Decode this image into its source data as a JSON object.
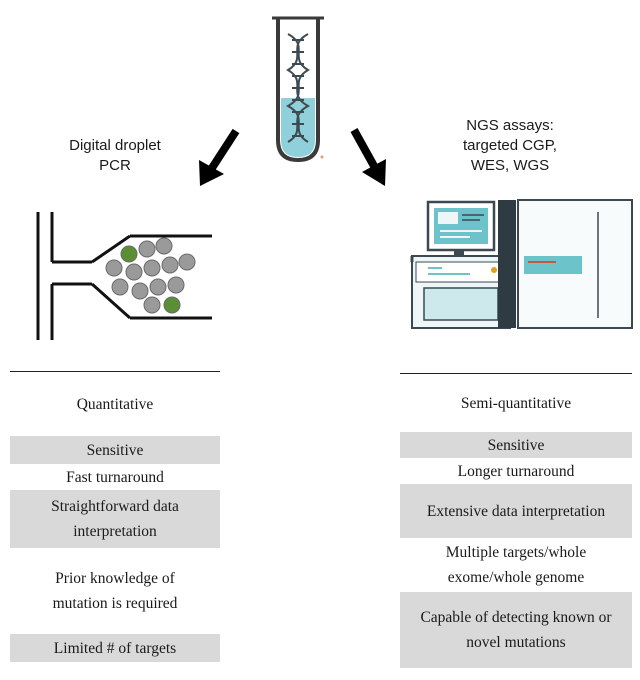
{
  "left_branch": {
    "label_lines": [
      "Digital droplet",
      "PCR"
    ],
    "rows": [
      {
        "text": "Quantitative",
        "shade": "white"
      },
      {
        "text": "Sensitive",
        "shade": "grey"
      },
      {
        "text": "Fast turnaround",
        "shade": "white"
      },
      {
        "text": "Straightforward data interpretation",
        "shade": "grey"
      },
      {
        "text": "Prior knowledge of mutation is required",
        "shade": "white"
      },
      {
        "text": "Limited # of targets",
        "shade": "grey"
      }
    ]
  },
  "right_branch": {
    "label_lines": [
      "NGS assays:",
      "targeted CGP,",
      "WES, WGS"
    ],
    "rows": [
      {
        "text": "Semi-quantitative",
        "shade": "white"
      },
      {
        "text": "Sensitive",
        "shade": "grey"
      },
      {
        "text": "Longer turnaround",
        "shade": "white"
      },
      {
        "text": "Extensive data interpretation",
        "shade": "grey"
      },
      {
        "text": "Multiple targets/whole exome/whole genome",
        "shade": "white"
      },
      {
        "text": "Capable of detecting known or novel mutations",
        "shade": "grey"
      }
    ]
  },
  "colors": {
    "tube_liquid": "#8fd0da",
    "dna_helix": "#3e4a52",
    "droplet_grey": "#9a9a9a",
    "droplet_green": "#5a8f35",
    "sequencer_teal": "#6cc3c9",
    "sequencer_light": "#cde9ec",
    "table_grey": "#d9d9d9"
  },
  "icons": [
    "test-tube-icon",
    "dna-helix-icon",
    "droplet-chip-icon",
    "sequencer-machine-icon",
    "arrow-down-left-icon",
    "arrow-down-right-icon"
  ]
}
